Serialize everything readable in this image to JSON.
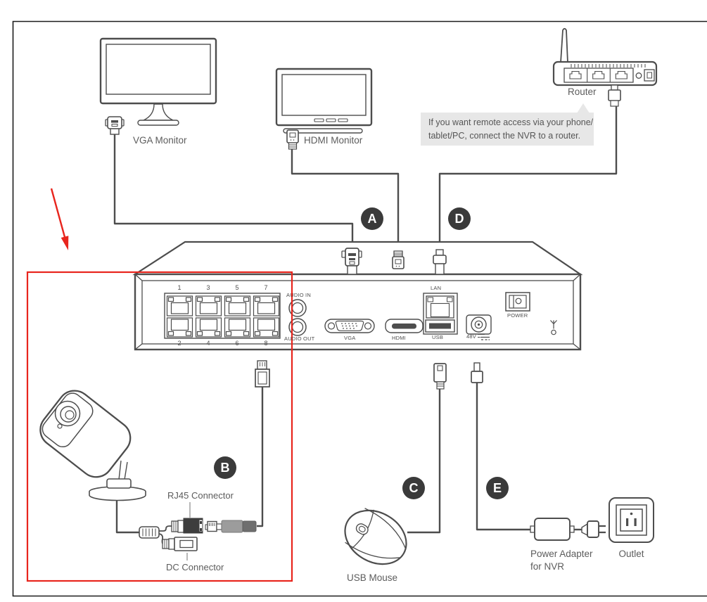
{
  "colors": {
    "line": "#4d4d4d",
    "red": "#e8251d",
    "badge_bg": "#3a3a3a",
    "badge_text": "#ffffff",
    "note_bg": "#e7e7e7",
    "label_text": "#5c5c5c"
  },
  "labels": {
    "vga_monitor": "VGA Monitor",
    "hdmi_monitor": "HDMI Monitor",
    "router": "Router",
    "usb_mouse": "USB Mouse",
    "power_adapter_line1": "Power Adapter",
    "power_adapter_line2": "for NVR",
    "outlet": "Outlet",
    "rj45_connector": "RJ45 Connector",
    "dc_connector": "DC Connector"
  },
  "note": {
    "line1": "If you want remote access via your phone/",
    "line2": "tablet/PC, connect the NVR to a router."
  },
  "badges": {
    "a": "A",
    "b": "B",
    "c": "C",
    "d": "D",
    "e": "E"
  },
  "nvr": {
    "poe_top": [
      "1",
      "3",
      "5",
      "7"
    ],
    "poe_bottom": [
      "2",
      "4",
      "6",
      "8"
    ],
    "ports": {
      "audio_in": "AUDIO IN",
      "audio_out": "AUDIO OUT",
      "vga": "VGA",
      "hdmi": "HDMI",
      "lan": "LAN",
      "usb": "USB",
      "power_48v": "48V",
      "power": "POWER"
    }
  }
}
